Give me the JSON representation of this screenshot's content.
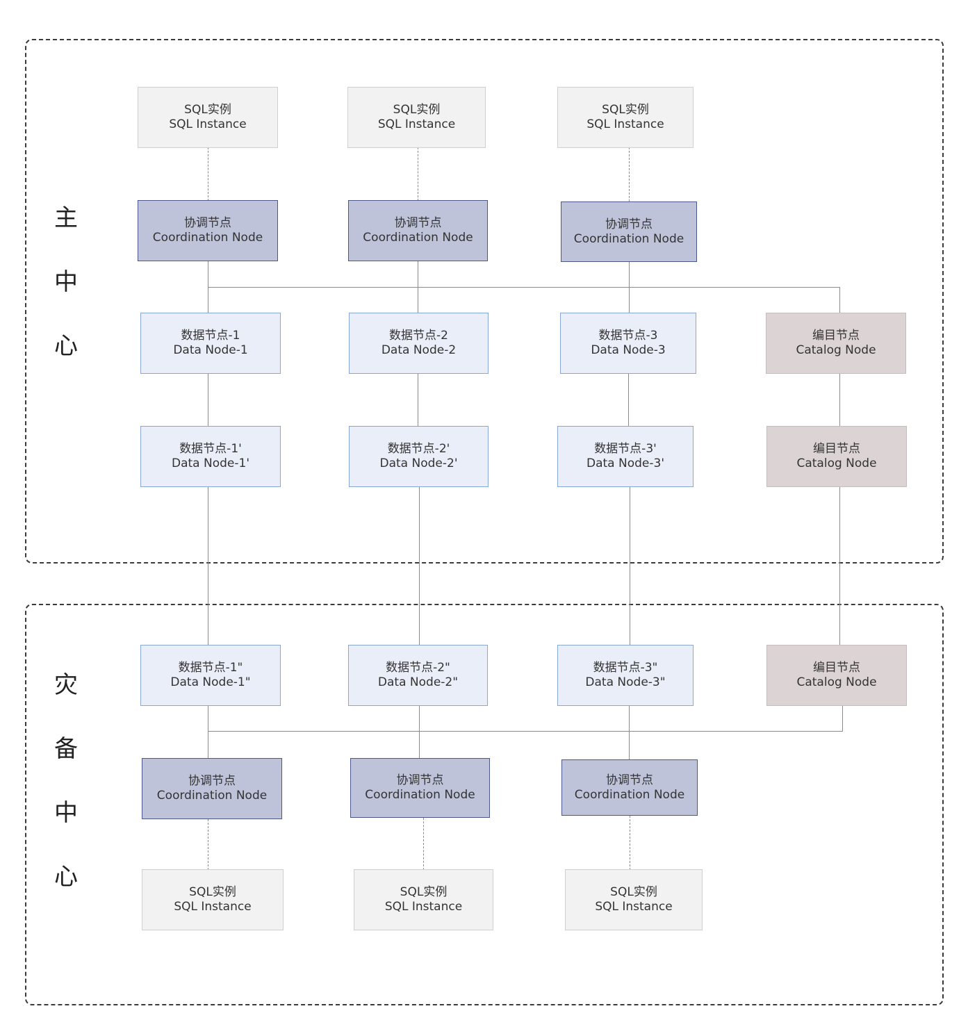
{
  "regions": {
    "primary": {
      "label_chars": [
        "主",
        "中",
        "心"
      ]
    },
    "disaster": {
      "label_chars": [
        "灾",
        "备",
        "中",
        "心"
      ]
    }
  },
  "primary": {
    "sql": [
      {
        "zh": "SQL实例",
        "en": "SQL Instance"
      },
      {
        "zh": "SQL实例",
        "en": "SQL Instance"
      },
      {
        "zh": "SQL实例",
        "en": "SQL Instance"
      }
    ],
    "coord": [
      {
        "zh": "协调节点",
        "en": "Coordination Node"
      },
      {
        "zh": "协调节点",
        "en": "Coordination Node"
      },
      {
        "zh": "协调节点",
        "en": "Coordination Node"
      }
    ],
    "data_row1": [
      {
        "zh": "数据节点-1",
        "en": "Data Node-1"
      },
      {
        "zh": "数据节点-2",
        "en": "Data Node-2"
      },
      {
        "zh": "数据节点-3",
        "en": "Data Node-3"
      }
    ],
    "catalog_row1": {
      "zh": "编目节点",
      "en": "Catalog Node"
    },
    "data_row2": [
      {
        "zh": "数据节点-1'",
        "en": "Data Node-1'"
      },
      {
        "zh": "数据节点-2'",
        "en": "Data Node-2'"
      },
      {
        "zh": "数据节点-3'",
        "en": "Data Node-3'"
      }
    ],
    "catalog_row2": {
      "zh": "编目节点",
      "en": "Catalog Node"
    }
  },
  "disaster": {
    "data": [
      {
        "zh": "数据节点-1\"",
        "en": "Data Node-1\""
      },
      {
        "zh": "数据节点-2\"",
        "en": "Data Node-2\""
      },
      {
        "zh": "数据节点-3\"",
        "en": "Data Node-3\""
      }
    ],
    "catalog": {
      "zh": "编目节点",
      "en": "Catalog Node"
    },
    "coord": [
      {
        "zh": "协调节点",
        "en": "Coordination Node"
      },
      {
        "zh": "协调节点",
        "en": "Coordination Node"
      },
      {
        "zh": "协调节点",
        "en": "Coordination Node"
      }
    ],
    "sql": [
      {
        "zh": "SQL实例",
        "en": "SQL Instance"
      },
      {
        "zh": "SQL实例",
        "en": "SQL Instance"
      },
      {
        "zh": "SQL实例",
        "en": "SQL Instance"
      }
    ]
  },
  "colors": {
    "sql_fill": "#f2f2f2",
    "coordination_fill": "#bfc3da",
    "data_fill": "#e9eef9",
    "catalog_fill": "#dcd4d4"
  }
}
